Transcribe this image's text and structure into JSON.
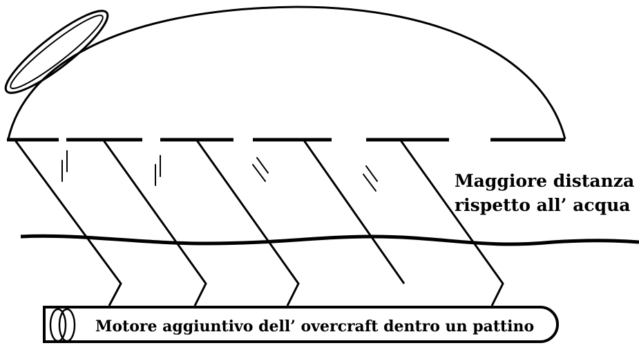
{
  "labels": {
    "distance_line1": "Maggiore distanza",
    "distance_line2": "rispetto all’ acqua",
    "motor": "Motore aggiuntivo dell’ overcraft dentro un pattino"
  },
  "colors": {
    "ink": "#000000",
    "background": "#ffffff"
  }
}
